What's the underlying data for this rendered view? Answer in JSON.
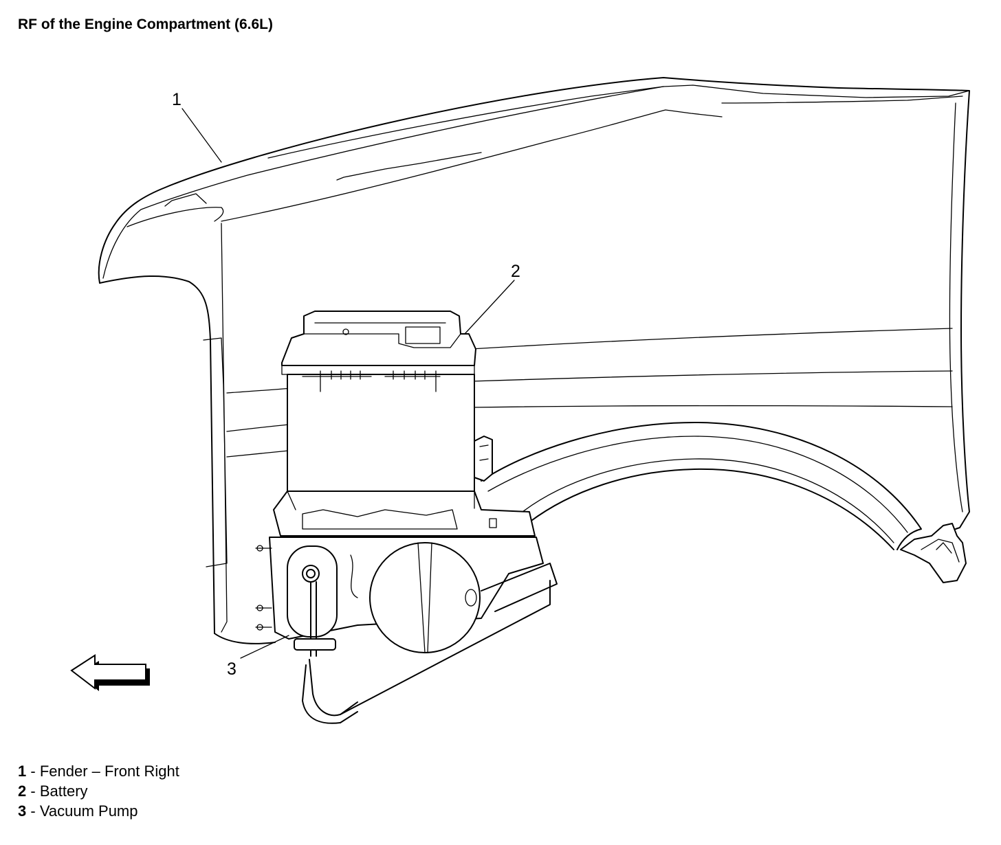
{
  "title": "RF of the Engine Compartment (6.6L)",
  "callouts": [
    {
      "num": "1",
      "name": "Fender – Front Right"
    },
    {
      "num": "2",
      "name": "Battery"
    },
    {
      "num": "3",
      "name": "Vacuum Pump"
    }
  ],
  "legend_separator": "-",
  "icons": {
    "direction": "arrow-left-icon"
  }
}
